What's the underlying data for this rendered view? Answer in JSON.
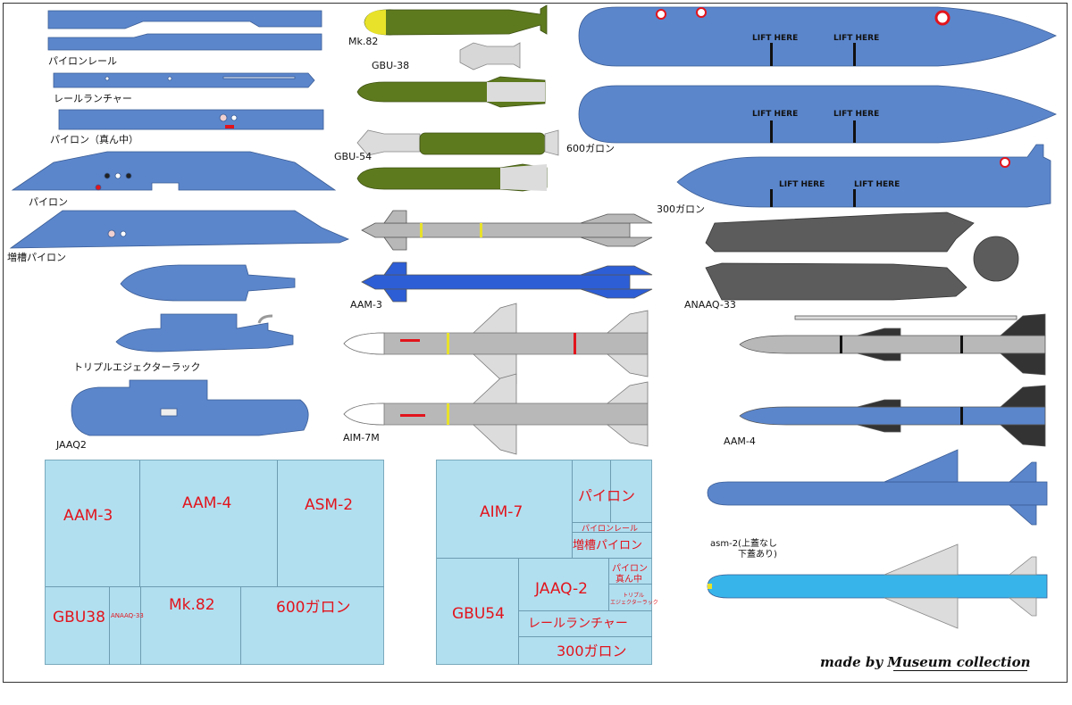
{
  "labels": {
    "pylon_rail": "パイロンレール",
    "rail_launcher": "レールランチャー",
    "pylon_center": "パイロン（真ん中）",
    "pylon": "パイロン",
    "tank_pylon": "増槽パイロン",
    "triple_ejector": "トリプルエジェクターラック",
    "jaaq2": "JAAQ2",
    "mk82": "Mk.82",
    "gbu38": "GBU-38",
    "gbu54": "GBU-54",
    "aam3": "AAM-3",
    "aim7m": "AIM-7M",
    "gal600": "600ガロン",
    "gal300": "300ガロン",
    "anaaq33": "ANAAQ-33",
    "aam4": "AAM-4",
    "asm2_note_1": "asm-2(上蓋なし",
    "asm2_note_2": "下蓋あり)",
    "lift_here": "LIFT HERE"
  },
  "layout_left": {
    "aam3": "AAM-3",
    "aam4": "AAM-4",
    "asm2": "ASM-2",
    "gbu38": "GBU38",
    "anaaq33": "ANAAQ-33",
    "mk82": "Mk.82",
    "gal600": "600ガロン"
  },
  "layout_right": {
    "aim7": "AIM-7",
    "pylon": "パイロン",
    "pylon_rail": "パイロンレール",
    "tank_pylon": "増槽パイロン",
    "jaaq2": "JAAQ-2",
    "pylon_center_1": "パイロン",
    "pylon_center_2": "真ん中",
    "triple_1": "トリプル",
    "triple_2": "エジェクターラック",
    "gbu54": "GBU54",
    "rail_launcher": "レールランチャー",
    "gal300": "300ガロン"
  },
  "credit": "made by Museum collection",
  "colors": {
    "part_blue": "#5b86cc",
    "gray": "#b8b8b8",
    "olive": "#5e7a1e",
    "yellow": "#e8e22a",
    "red": "#e2141c",
    "cyan": "#37b5ea",
    "layout_bg": "#b1dff0"
  }
}
